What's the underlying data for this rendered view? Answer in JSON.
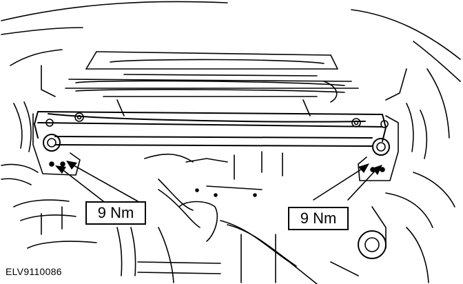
{
  "figure": {
    "id_label": "ELV9110086"
  },
  "callouts": [
    {
      "text": "9 Nm",
      "side": "left"
    },
    {
      "text": "9 Nm",
      "side": "right"
    }
  ],
  "colors": {
    "line": "#000000",
    "background": "#ffffff"
  }
}
